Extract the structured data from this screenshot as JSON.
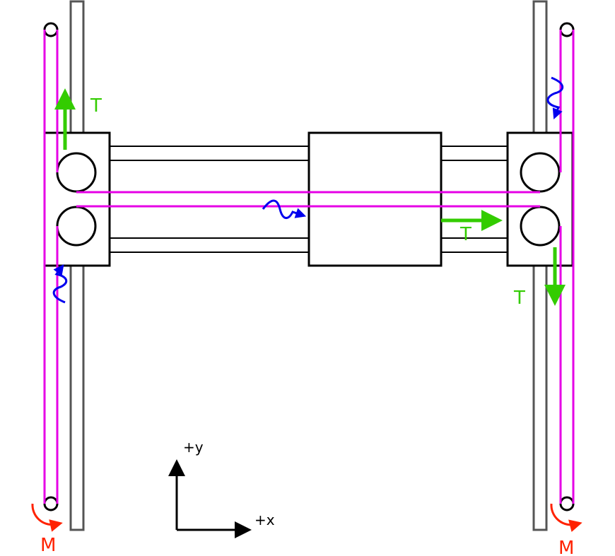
{
  "labels": {
    "tension": "T",
    "motor": "M",
    "axis_x": "+x",
    "axis_y": "+y"
  },
  "colors": {
    "belt": "#e600e6",
    "tension": "#33cc00",
    "motor": "#ff2200",
    "vibration": "#0000ee",
    "structure": "#000000",
    "rail": "#555555"
  },
  "icons": {
    "tension_arrow": "straight-arrow",
    "motor_torque": "curved-arrow",
    "vibration": "squiggle-arrow"
  }
}
